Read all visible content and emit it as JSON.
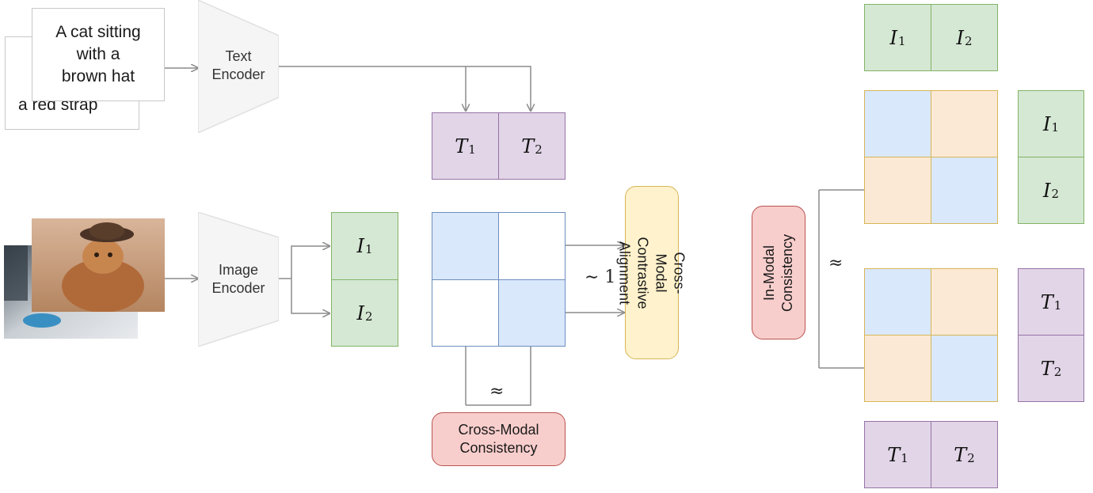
{
  "text_inputs": {
    "back_caption": "re\na red strap",
    "front_caption": "A cat sitting\nwith a\nbrown hat"
  },
  "encoders": {
    "text": "Text\nEncoder",
    "image": "Image\nEncoder"
  },
  "image_inputs": {
    "back_photo": "blurred cat with blue bowl",
    "front_photo": "cat wearing a brown hat"
  },
  "embeddings": {
    "text": [
      {
        "sym": "T",
        "sub": "1"
      },
      {
        "sym": "T",
        "sub": "2"
      }
    ],
    "image": [
      {
        "sym": "I",
        "sub": "1"
      },
      {
        "sym": "I",
        "sub": "2"
      }
    ]
  },
  "labels": {
    "approx_one": "∼ 1",
    "approx": "≈",
    "approx_right": "≈",
    "cross_modal_consistency": "Cross-Modal\nConsistency",
    "cross_modal_alignment": "Cross-Modal\nContrastive Alignment",
    "in_modal_consistency": "In-Modal\nConsistency"
  },
  "colors": {
    "image_embedding": "#d5e8d4",
    "text_embedding": "#e1d5e7",
    "similarity_high": "#dae8fc",
    "similarity_other": "#fce9d5",
    "consistency_box": "#f8cecc",
    "alignment_box": "#fff2cc",
    "arrow": "#8c8c8c"
  }
}
